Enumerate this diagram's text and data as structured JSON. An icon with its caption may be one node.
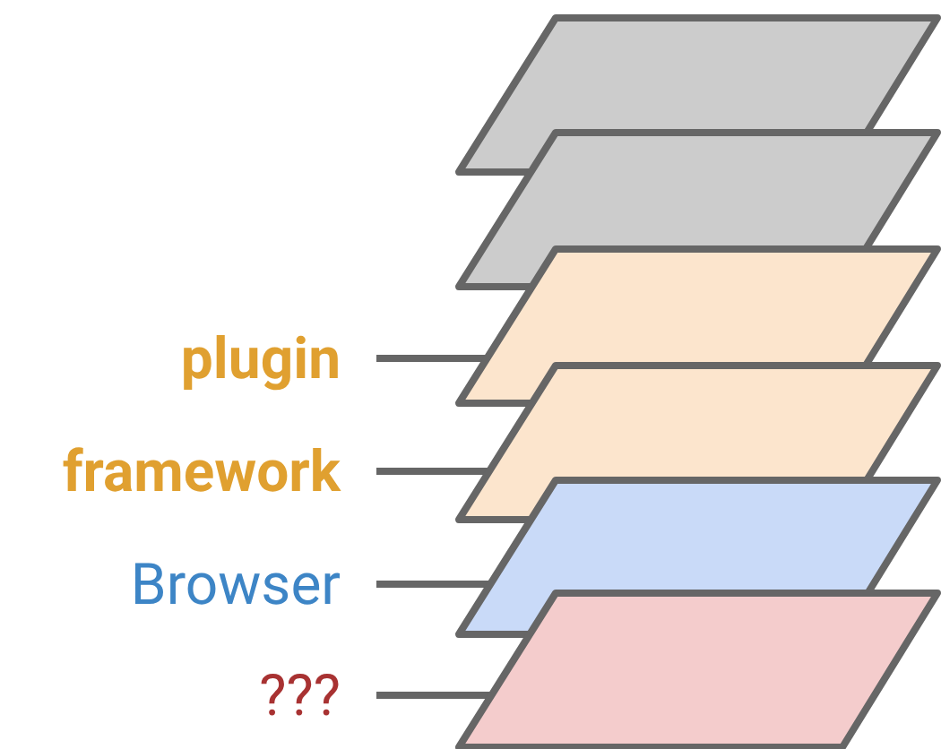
{
  "diagram": {
    "nodes": [
      {
        "text": [],
        "shape": "parallelogram"
      },
      {
        "text": [],
        "shape": "parallelogram"
      },
      {
        "text": [],
        "shape": "parallelogram"
      },
      {
        "text": [],
        "shape": "parallelogram"
      },
      {
        "text": [],
        "shape": "parallelogram"
      },
      {
        "text": [],
        "shape": "parallelogram"
      },
      {
        "text": [
          "plugin"
        ]
      },
      {
        "text": [
          "framework"
        ]
      },
      {
        "text": [
          "Browser"
        ]
      },
      {
        "text": [
          "???"
        ]
      }
    ],
    "edges": [
      {
        "from": 6,
        "to": 2,
        "arrow": "none"
      },
      {
        "from": 7,
        "to": 3,
        "arrow": "none"
      },
      {
        "from": 8,
        "to": 4,
        "arrow": "none"
      },
      {
        "from": 9,
        "to": 5,
        "arrow": "none"
      }
    ]
  }
}
